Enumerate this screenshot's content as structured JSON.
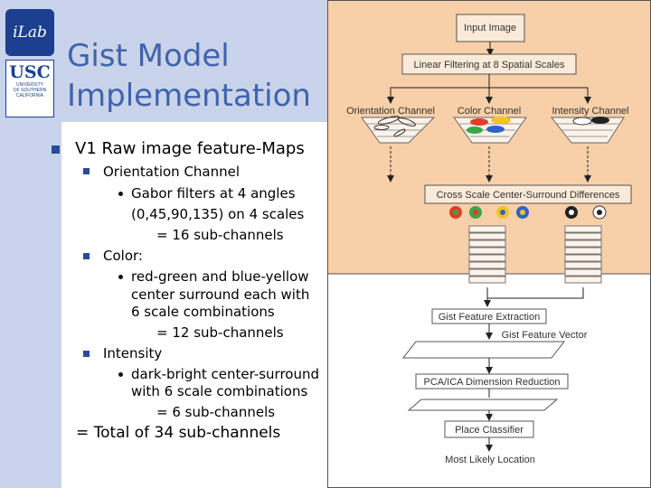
{
  "slide": {
    "title_line1": "Gist Model",
    "title_line2": "Implementation",
    "logos": {
      "ilab": "iLab",
      "usc": "USC",
      "usc_sub": [
        "UNIVERSITY",
        "OF SOUTHERN",
        "CALIFORNIA"
      ]
    },
    "bullets": {
      "v1": "V1 Raw image feature-Maps",
      "orientation": "Orientation Channel",
      "orientation_detail": [
        "Gabor filters at 4 angles",
        "(0,45,90,135) on 4 scales",
        "= 16 sub-channels"
      ],
      "color": "Color:",
      "color_detail": [
        "red-green and blue-yellow",
        "center surround each with",
        "6 scale combinations",
        "= 12 sub-channels"
      ],
      "intensity": "Intensity",
      "intensity_detail": [
        "dark-bright center-surround",
        "with 6 scale combinations",
        "= 6 sub-channels"
      ],
      "total": "= Total of 34 sub-channels"
    }
  },
  "diagram": {
    "input_image": "Input Image",
    "linear_filtering": "Linear Filtering at 8 Spatial Scales",
    "orientation_channel": "Orientation Channel",
    "color_channel": "Color Channel",
    "intensity_channel": "Intensity Channel",
    "cross_scale": "Cross Scale Center-Surround Differences",
    "gist_extraction": "Gist Feature Extraction",
    "gist_vector": "Gist Feature Vector",
    "pca": "PCA/ICA Dimension Reduction",
    "place_classifier": "Place Classifier",
    "most_likely": "Most Likely Location",
    "colors": {
      "upper_panel": "#f7cfa8",
      "box": "#fbead8",
      "arrow": "#222222"
    }
  }
}
